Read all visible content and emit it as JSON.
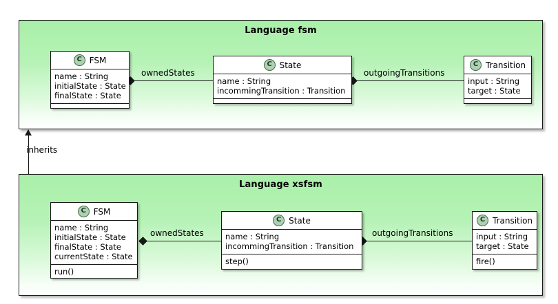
{
  "diagram": {
    "type": "uml-class-diagram",
    "background": "#ffffff",
    "package_fill_top": "#a9f0a9",
    "package_fill_bottom": "#ffffff",
    "class_icon_fill": "#ADD1B2",
    "line_color": "#181818"
  },
  "packages": [
    {
      "id": "fsm",
      "title": "Language fsm",
      "classes": [
        {
          "id": "fsm-fsm",
          "icon": "class-icon-C",
          "icon_letter": "C",
          "name": "FSM",
          "attributes": [
            "name : String",
            "initialState : State",
            "finalState : State"
          ],
          "operations": []
        },
        {
          "id": "fsm-state",
          "icon": "class-icon-C",
          "icon_letter": "C",
          "name": "State",
          "attributes": [
            "name : String",
            "incommingTransition : Transition"
          ],
          "operations": []
        },
        {
          "id": "fsm-transition",
          "icon": "class-icon-C",
          "icon_letter": "C",
          "name": "Transition",
          "attributes": [
            "input : String",
            "target : State"
          ],
          "operations": []
        }
      ],
      "associations": [
        {
          "id": "fsm-ownedstates",
          "label": "ownedStates",
          "from": "FSM",
          "to": "State",
          "kind": "composition"
        },
        {
          "id": "fsm-outgoingtransitions",
          "label": "outgoingTransitions",
          "from": "State",
          "to": "Transition",
          "kind": "composition"
        }
      ]
    },
    {
      "id": "xsfsm",
      "title": "Language xsfsm",
      "classes": [
        {
          "id": "xsfsm-fsm",
          "icon": "class-icon-C",
          "icon_letter": "C",
          "name": "FSM",
          "attributes": [
            "name : String",
            "initialState : State",
            "finalState : State",
            "currentState : State"
          ],
          "operations": [
            "run()"
          ]
        },
        {
          "id": "xsfsm-state",
          "icon": "class-icon-C",
          "icon_letter": "C",
          "name": "State",
          "attributes": [
            "name : String",
            "incommingTransition : Transition"
          ],
          "operations": [
            "step()"
          ]
        },
        {
          "id": "xsfsm-transition",
          "icon": "class-icon-C",
          "icon_letter": "C",
          "name": "Transition",
          "attributes": [
            "input : String",
            "target : State"
          ],
          "operations": [
            "fire()"
          ]
        }
      ],
      "associations": [
        {
          "id": "xsfsm-ownedstates",
          "label": "ownedStates",
          "from": "FSM",
          "to": "State",
          "kind": "composition"
        },
        {
          "id": "xsfsm-outgoingtransitions",
          "label": "outgoingTransitions",
          "from": "State",
          "to": "Transition",
          "kind": "composition"
        }
      ]
    }
  ],
  "relations": [
    {
      "id": "inherits-relation",
      "label": "inherits",
      "from": "Language xsfsm",
      "to": "Language fsm",
      "direction": "up"
    }
  ]
}
